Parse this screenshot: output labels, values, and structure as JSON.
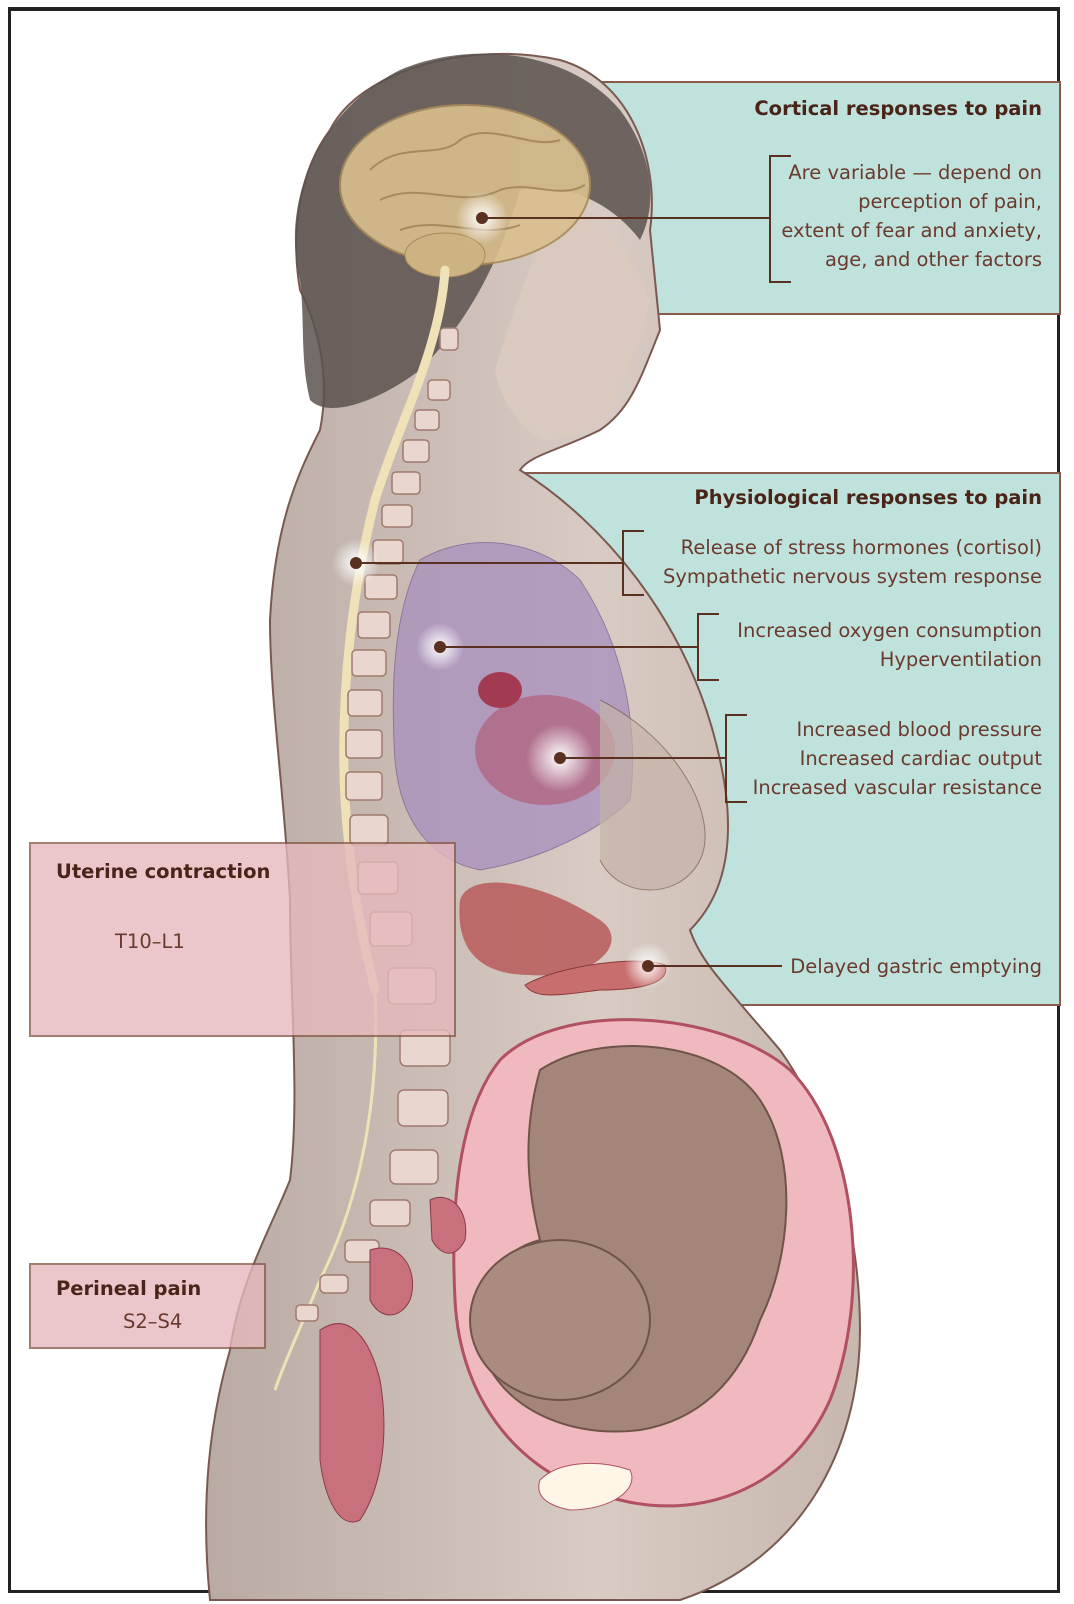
{
  "cortical": {
    "title": "Cortical responses to pain",
    "lines": [
      "Are variable — depend on",
      "perception of pain,",
      "extent of fear and anxiety,",
      "age, and other factors"
    ]
  },
  "physiological": {
    "title": "Physiological responses to pain",
    "group1": [
      "Release of stress hormones (cortisol)",
      "Sympathetic nervous system response"
    ],
    "group2": [
      "Increased oxygen consumption",
      "Hyperventilation"
    ],
    "group3": [
      "Increased blood pressure",
      "Increased cardiac output",
      "Increased vascular resistance"
    ],
    "gastric": "Delayed gastric emptying"
  },
  "uterine": {
    "title": "Uterine contraction",
    "level": "T10–L1"
  },
  "perineal": {
    "title": "Perineal pain",
    "level": "S2–S4"
  },
  "colors": {
    "teal_box": "#bfe3dc",
    "pink_box": "#e6b8bd",
    "box_border": "#8a5a4a",
    "line": "#5a3020",
    "text": "#6b3a2e"
  }
}
